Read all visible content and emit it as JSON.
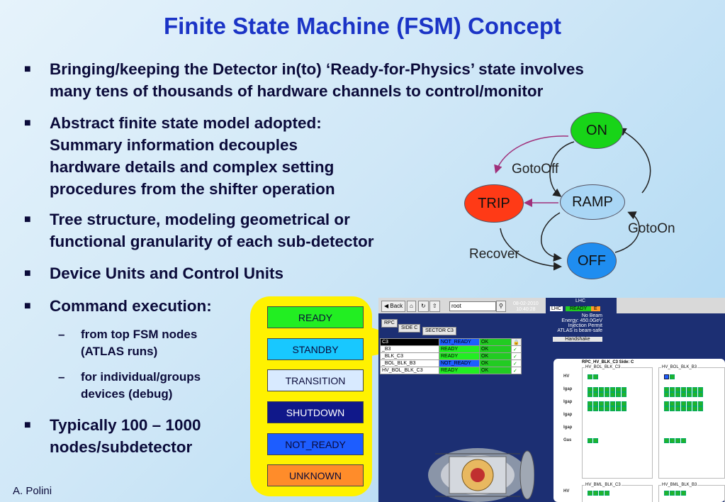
{
  "title": "Finite State Machine (FSM) Concept",
  "bullets": [
    {
      "lines": [
        "Bringing/keeping the Detector in(to) ‘Ready-for-Physics’ state involves",
        "many tens of thousands of hardware channels to control/monitor"
      ]
    },
    {
      "lines": [
        "Abstract finite state model adopted:",
        "Summary information decouples",
        "hardware details and complex setting",
        "procedures from the shifter operation"
      ]
    },
    {
      "lines": [
        "Tree structure, modeling geometrical or",
        "functional granularity of each sub-detector"
      ]
    },
    {
      "lines": [
        "Device Units and Control Units"
      ]
    },
    {
      "lines": [
        "Command execution:"
      ]
    },
    {
      "lines": [
        "Typically 100 – 1000",
        "nodes/subdetector"
      ]
    }
  ],
  "sub_bullets": [
    {
      "lines": [
        "from top FSM nodes",
        "(ATLAS runs)"
      ]
    },
    {
      "lines": [
        "for individual/groups",
        "devices (debug)"
      ]
    }
  ],
  "bullet_marker": "■",
  "sub_marker": "–",
  "footer": "A. Polini",
  "fsm": {
    "nodes": {
      "on": "ON",
      "ramp": "RAMP",
      "trip": "TRIP",
      "off": "OFF"
    },
    "labels": {
      "gotooff": "GotoOff",
      "gotoon": "GotoOn",
      "recover": "Recover"
    },
    "colors": {
      "on": "#18d418",
      "ramp": "#a9d6f5",
      "trip": "#ff3a16",
      "off": "#1f8df0"
    }
  },
  "states": [
    {
      "label": "READY",
      "bg": "#22ee22",
      "fg": "#0a0a3a"
    },
    {
      "label": "STANDBY",
      "bg": "#18c8ff",
      "fg": "#0a0a3a"
    },
    {
      "label": "TRANSITION",
      "bg": "#d8eaff",
      "fg": "#0a0a3a"
    },
    {
      "label": "SHUTDOWN",
      "bg": "#10188a",
      "fg": "#ffffff"
    },
    {
      "label": "NOT_READY",
      "bg": "#1d5dff",
      "fg": "#0a0a3a"
    },
    {
      "label": "UNKNOWN",
      "bg": "#ff8c2a",
      "fg": "#0a0a3a"
    }
  ],
  "screenshot": {
    "back": "Back",
    "address": "root",
    "date": "08-02-2010",
    "time": "10:40:28",
    "lhc_title": "LHC",
    "lhc_tag": "LHC",
    "lhc_state": "READY",
    "lhc_flag": "E",
    "lhc_info": [
      "No Beam",
      "Energy: 450.0GeV",
      "Injection Permit",
      "ATLAS is beam-safe"
    ],
    "handshake": "Handshake",
    "tabs": {
      "rpc": "RPC",
      "side": "SIDE C",
      "sector": "SECTOR C3"
    },
    "rows": [
      {
        "name": "C3",
        "state": "NOT_READY",
        "ok": "OK"
      },
      {
        "name": "_B3",
        "state": "READY",
        "ok": "OK"
      },
      {
        "name": "_BLK_C3",
        "state": "READY",
        "ok": "OK"
      },
      {
        "name": "_BOL_BLK_B3",
        "state": "NOT_READY",
        "ok": "OK"
      },
      {
        "name": "HV_BOL_BLK_C3",
        "state": "READY",
        "ok": "OK"
      }
    ],
    "panel_title": "RPC_HV_BLK_C3 Side: C",
    "groups": [
      "HV_BOL_BLK_C3",
      "HV_BOL_BLK_B3",
      "HV_BML_BLK_C3",
      "HV_BML_BLK_B3"
    ],
    "row_labels": [
      "HV",
      "Igap",
      "Igap",
      "Igap",
      "Igap",
      "Gas",
      "HV"
    ]
  }
}
